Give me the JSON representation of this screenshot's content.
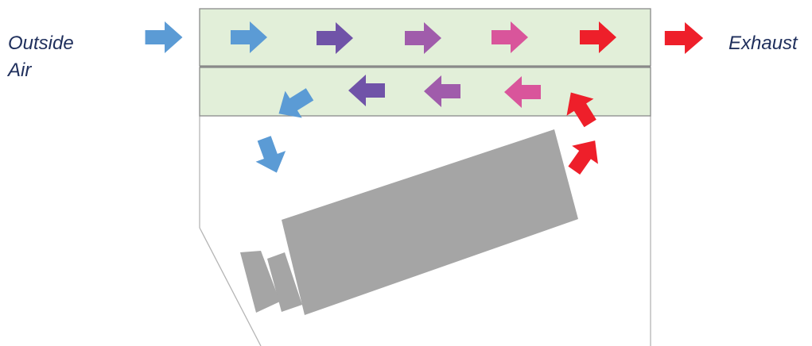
{
  "labels": {
    "outside_air_line1": "Outside",
    "outside_air_line2": "Air",
    "exhaust": "Exhaust"
  },
  "colors": {
    "channel_fill": "#e2efd9",
    "channel_border": "#8a8a8a",
    "enclosure_border": "#b5b5b5",
    "device_fill": "#a5a5a5",
    "arrow_blue": "#5b9bd5",
    "arrow_indigo": "#7053a8",
    "arrow_purple": "#a05cab",
    "arrow_pink": "#d9559b",
    "arrow_red": "#ee1f2a"
  },
  "icons": {
    "intake_arrow": "arrow-right-icon",
    "exhaust_arrow": "arrow-right-icon",
    "return_arrow": "arrow-left-icon",
    "device": "projector-icon"
  }
}
